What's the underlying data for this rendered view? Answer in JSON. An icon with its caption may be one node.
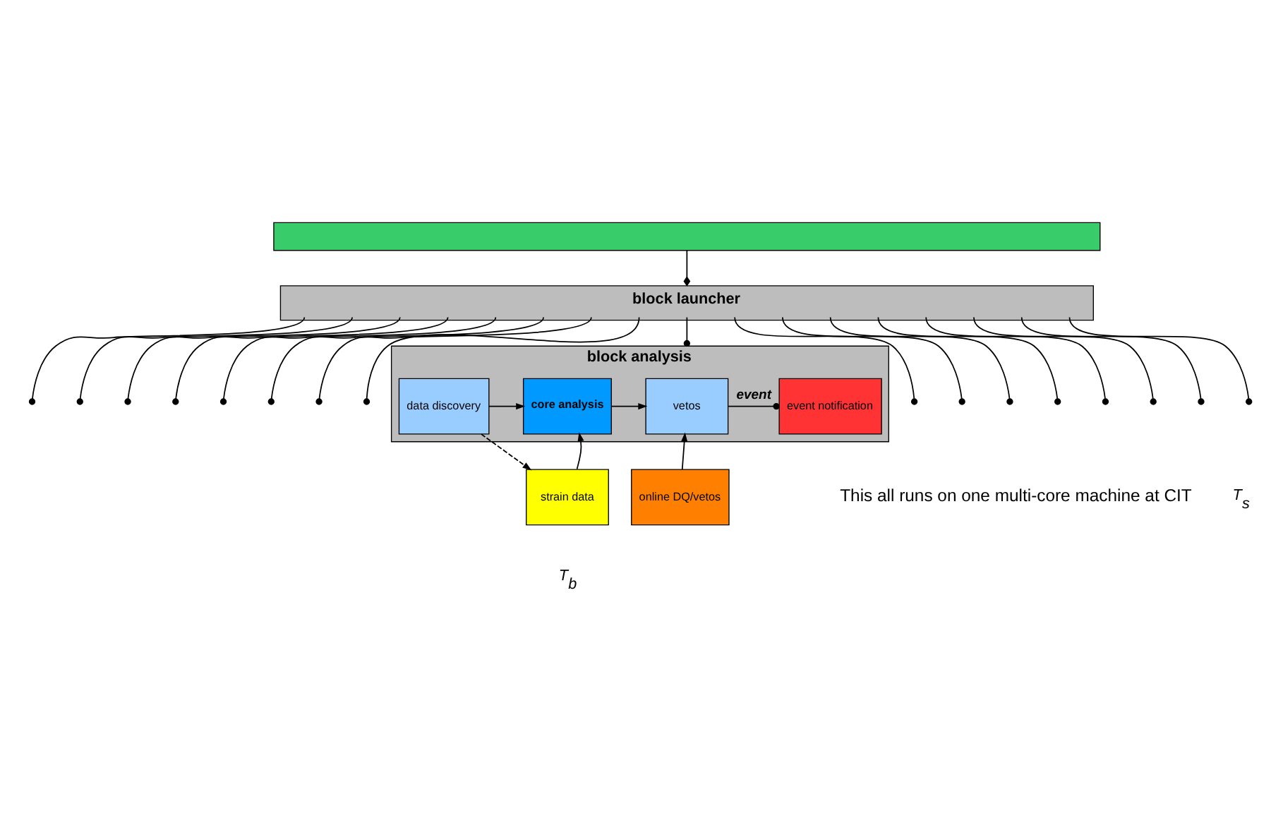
{
  "diagram": {
    "nodes": [
      {
        "text": [],
        "shape": "bar"
      },
      {
        "text": [
          "block launcher"
        ]
      },
      {
        "text": [
          "block analysis"
        ]
      },
      {
        "text": [
          "data discovery"
        ],
        "in": 2
      },
      {
        "text": [
          "core analysis"
        ],
        "in": 2
      },
      {
        "text": [
          "vetos"
        ],
        "in": 2
      },
      {
        "text": [
          "event notification"
        ],
        "in": 2
      },
      {
        "text": [
          "strain data"
        ]
      },
      {
        "text": [
          "online DQ/vetos"
        ]
      }
    ],
    "edges": [
      {
        "from": 0,
        "to": 1,
        "arrow": "other"
      },
      {
        "from": 1,
        "to": null,
        "arrow": "other"
      },
      {
        "from": 1,
        "to": null,
        "arrow": "other"
      },
      {
        "from": 1,
        "to": null,
        "arrow": "other"
      },
      {
        "from": 1,
        "to": null,
        "arrow": "other"
      },
      {
        "from": 1,
        "to": null,
        "arrow": "other"
      },
      {
        "from": 1,
        "to": null,
        "arrow": "other"
      },
      {
        "from": 1,
        "to": null,
        "arrow": "other"
      },
      {
        "from": 1,
        "to": null,
        "arrow": "other"
      },
      {
        "from": 1,
        "to": 2,
        "arrow": "other"
      },
      {
        "from": 1,
        "to": null,
        "arrow": "other"
      },
      {
        "from": 1,
        "to": null,
        "arrow": "other"
      },
      {
        "from": 1,
        "to": null,
        "arrow": "other"
      },
      {
        "from": 1,
        "to": null,
        "arrow": "other"
      },
      {
        "from": 1,
        "to": null,
        "arrow": "other"
      },
      {
        "from": 1,
        "to": null,
        "arrow": "other"
      },
      {
        "from": 1,
        "to": null,
        "arrow": "other"
      },
      {
        "from": 1,
        "to": null,
        "arrow": "other"
      },
      {
        "from": 3,
        "to": 4,
        "arrow": "to"
      },
      {
        "from": 4,
        "to": 5,
        "arrow": "to"
      },
      {
        "from": 5,
        "to": 6,
        "arrow": "other",
        "label": "event"
      },
      {
        "from": 7,
        "to": 4,
        "arrow": "to"
      },
      {
        "from": 8,
        "to": 5,
        "arrow": "to"
      },
      {
        "from": 3,
        "to": 7,
        "arrow": "to",
        "style": "dashed"
      }
    ],
    "labels": [
      "T$_{s}$",
      "T$_{b}$",
      "This all runs on one multi-core machine at CIT"
    ]
  }
}
